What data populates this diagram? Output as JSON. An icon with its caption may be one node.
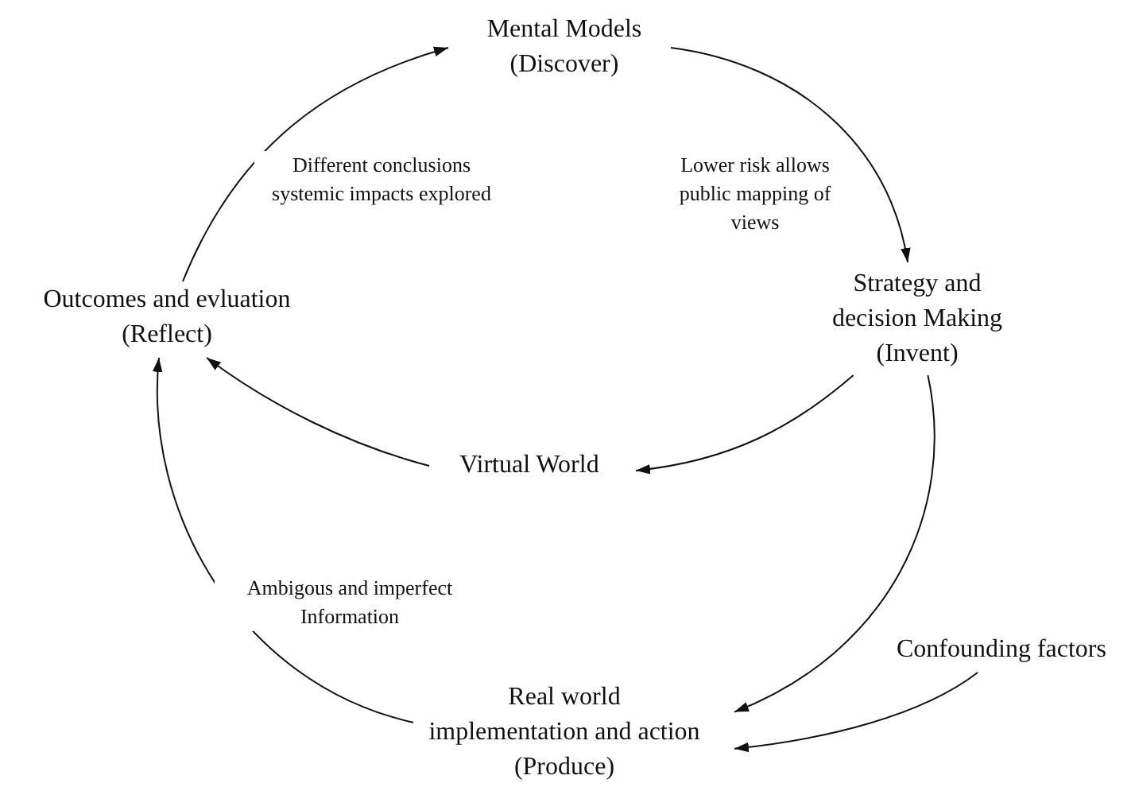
{
  "diagram": {
    "nodes": [
      {
        "text": [
          "Mental Models",
          "(Discover)"
        ]
      },
      {
        "text": [
          "Strategy and decision Making",
          "(Invent)"
        ]
      },
      {
        "text": [
          "Outcomes and evluation",
          "(Reflect)"
        ]
      },
      {
        "text": [
          "Virtual World"
        ]
      },
      {
        "text": [
          "Real world",
          "implementation and action",
          "(Produce)"
        ]
      },
      {
        "text": [
          "Confounding factors"
        ]
      }
    ],
    "edges": [
      {
        "from": 0,
        "to": 1,
        "arrow": "to",
        "label": "Lower risk allows public mapping of views"
      },
      {
        "from": 2,
        "to": 0,
        "arrow": "to",
        "label": "Different conclusions systemic impacts explored"
      },
      {
        "from": 1,
        "to": 3,
        "arrow": "to"
      },
      {
        "from": 3,
        "to": 2,
        "arrow": "to"
      },
      {
        "from": 1,
        "to": 4,
        "arrow": "to"
      },
      {
        "from": 4,
        "to": 2,
        "arrow": "to",
        "label": "Ambigous and imperfect Information"
      },
      {
        "from": 5,
        "to": 4,
        "arrow": "to"
      }
    ]
  }
}
